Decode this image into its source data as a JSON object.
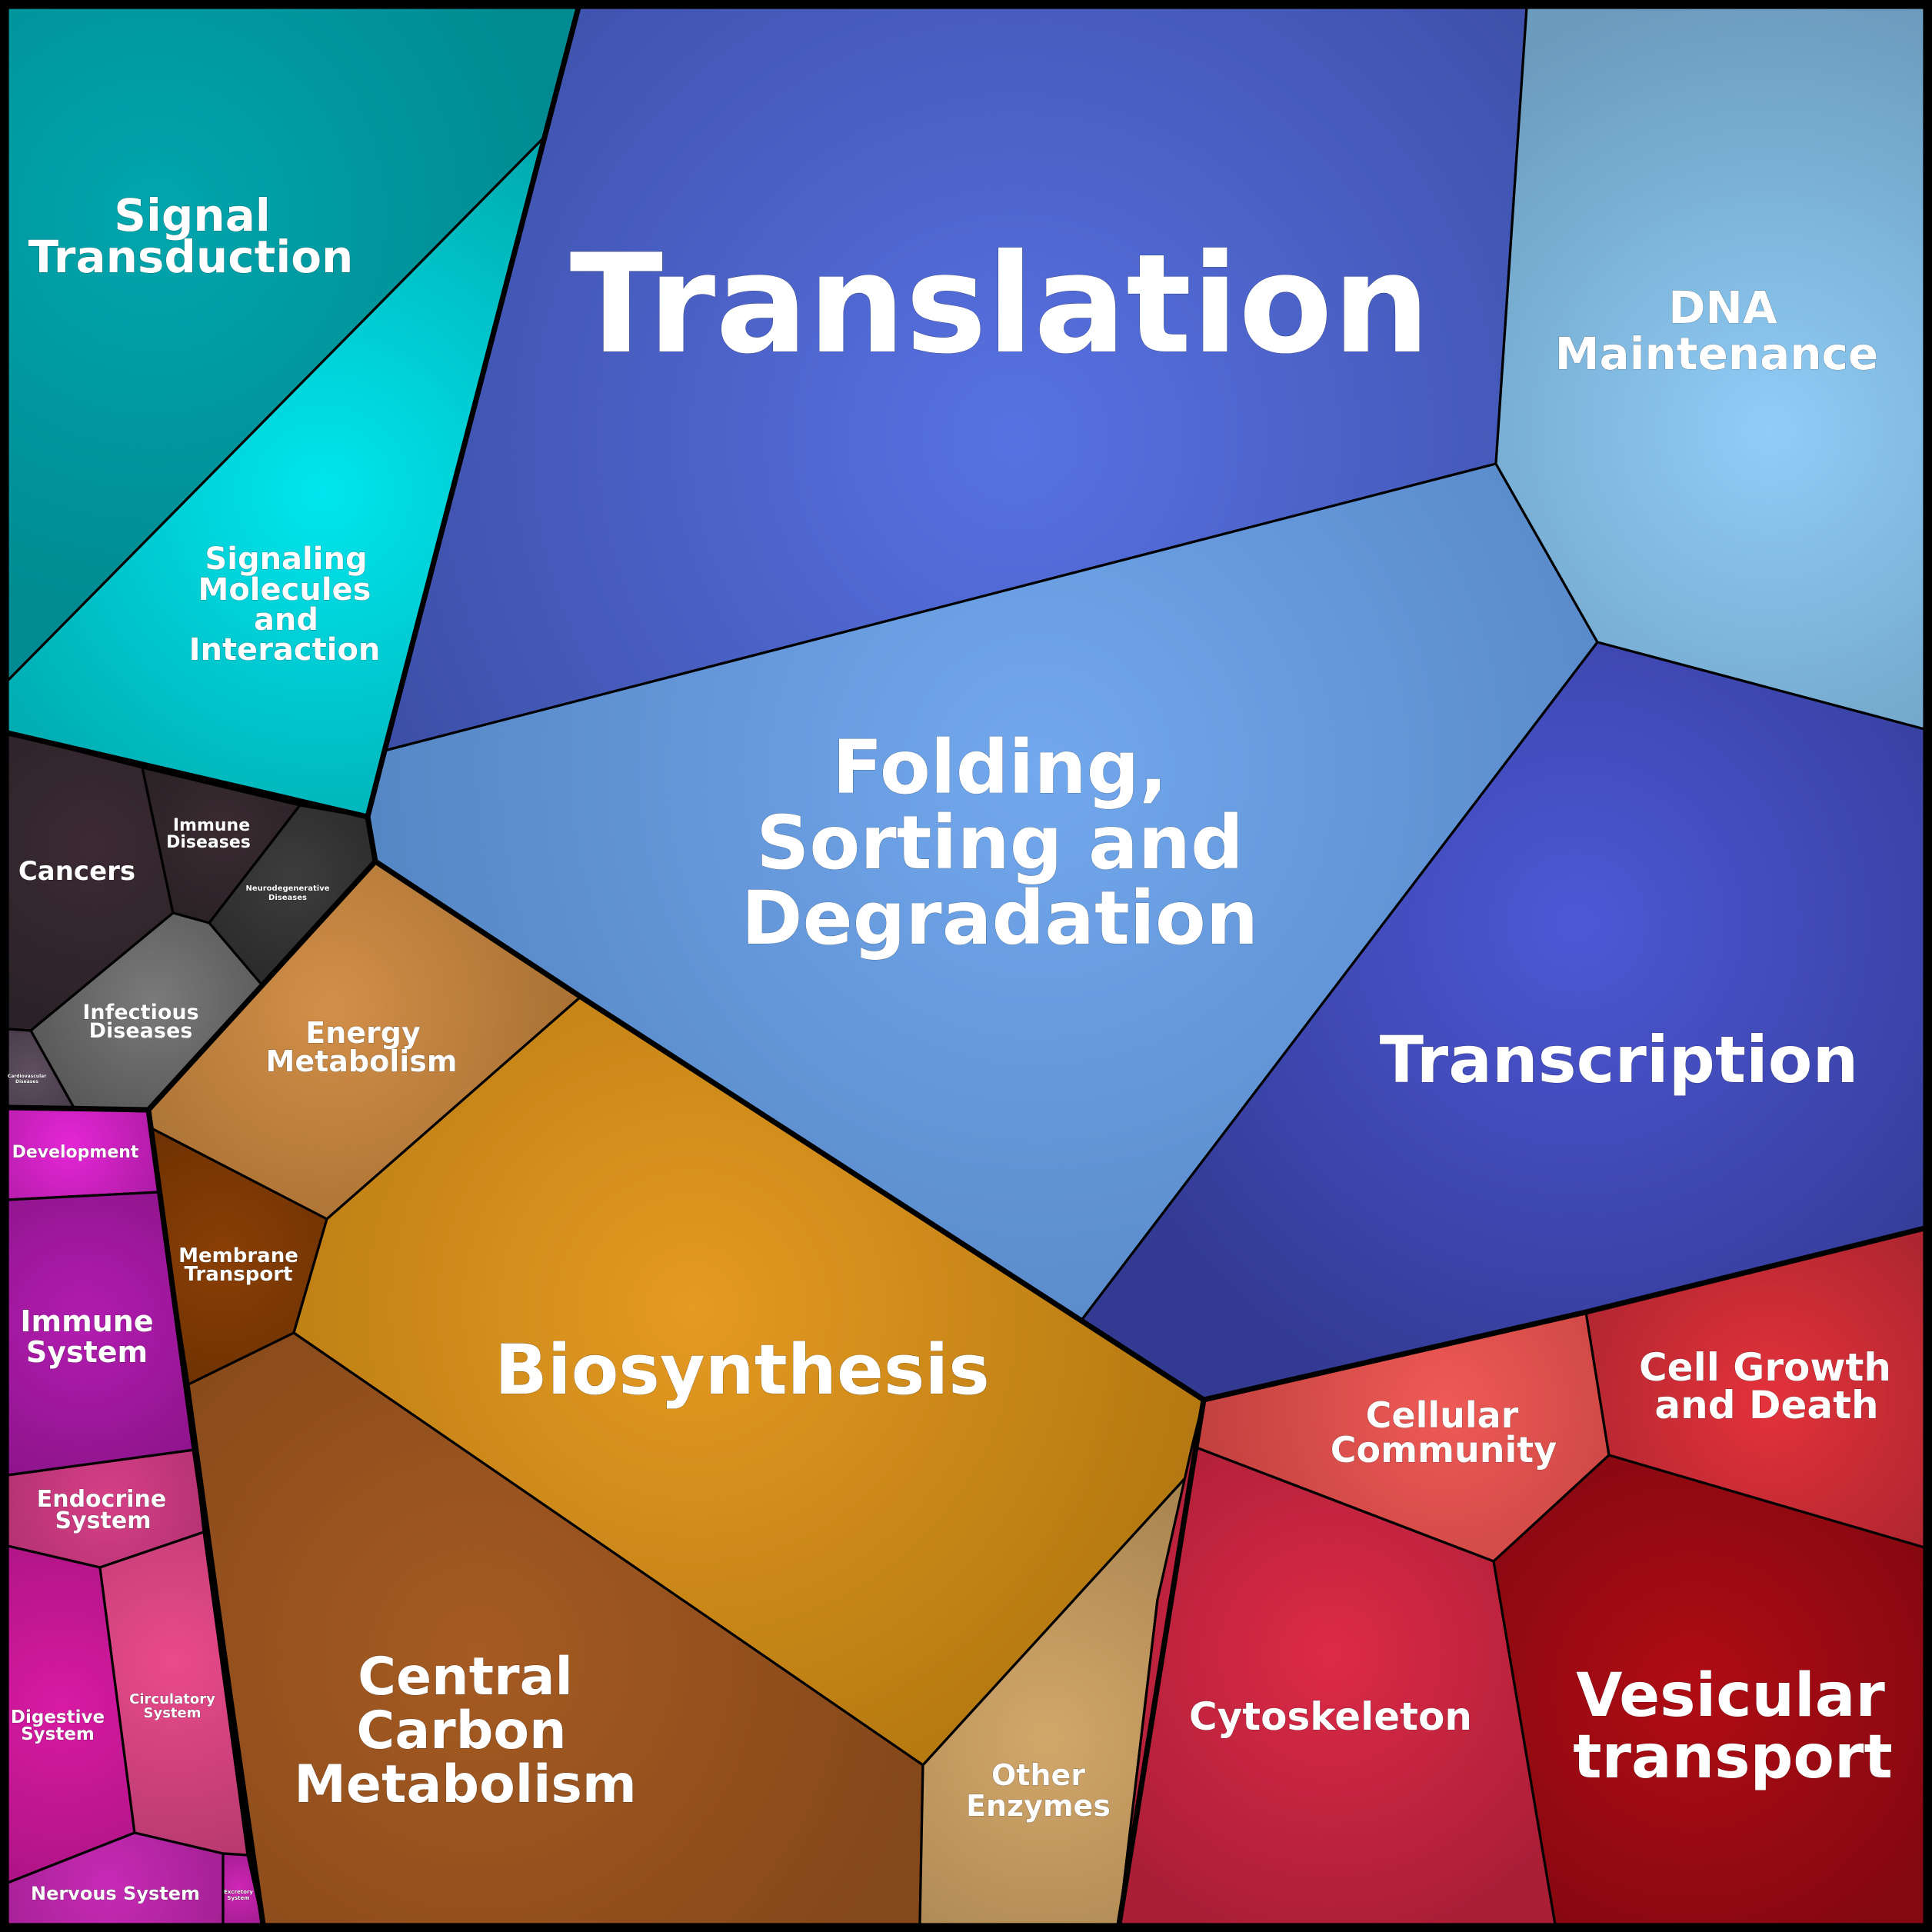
{
  "cells": [
    {
      "id": "translation",
      "label": "Translation",
      "color": "#5872e3",
      "edge": "#3c4ea6",
      "group": "genetic"
    },
    {
      "id": "folding",
      "label": "Folding, Sorting and Degradation",
      "color": "#72a8ee",
      "edge": "#5282bf",
      "group": "genetic"
    },
    {
      "id": "dna-maintenance",
      "label": "DNA Maintenance",
      "color": "#8fcdf7",
      "edge": "#6b9bbd",
      "group": "genetic"
    },
    {
      "id": "transcription",
      "label": "Transcription",
      "color": "#4d58d6",
      "edge": "#323a92",
      "group": "genetic"
    },
    {
      "id": "signal-transduction",
      "label": "Signal Transduction",
      "color": "#00a6ad",
      "edge": "#008a91",
      "group": "environmental"
    },
    {
      "id": "signaling-molecules",
      "label": "Signaling Molecules and Interaction",
      "color": "#00e6ee",
      "edge": "#00a8ad",
      "group": "environmental"
    },
    {
      "id": "cancers",
      "label": "Cancers",
      "color": "#3c2a33",
      "edge": "#2a2228",
      "group": "disease"
    },
    {
      "id": "immune-diseases",
      "label": "Immune Diseases",
      "color": "#3a2b31",
      "edge": "#2a2226",
      "group": "disease"
    },
    {
      "id": "neurodegenerative",
      "label": "Neurodegenerative Diseases",
      "color": "#3d3d3d",
      "edge": "#2a2a2a",
      "group": "disease"
    },
    {
      "id": "infectious",
      "label": "Infectious Diseases",
      "color": "#7a7a7a",
      "edge": "#555555",
      "group": "disease"
    },
    {
      "id": "cardiovascular",
      "label": "Cardiovascular Diseases",
      "color": "#5f4f61",
      "edge": "#4a3d4b",
      "group": "disease"
    },
    {
      "id": "energy-metabolism",
      "label": "Energy Metabolism",
      "color": "#d28f49",
      "edge": "#a66f32",
      "group": "metabolism"
    },
    {
      "id": "membrane-transport",
      "label": "Membrane Transport",
      "color": "#8a3f04",
      "edge": "#6a3003",
      "group": "metabolism"
    },
    {
      "id": "biosynthesis",
      "label": "Biosynthesis",
      "color": "#e59a22",
      "edge": "#b0760f",
      "group": "metabolism"
    },
    {
      "id": "central-carbon",
      "label": "Central Carbon Metabolism",
      "color": "#a65b22",
      "edge": "#85481a",
      "group": "metabolism"
    },
    {
      "id": "other-enzymes",
      "label": "Other Enzymes",
      "color": "#d2a76a",
      "edge": "#a88450",
      "group": "metabolism"
    },
    {
      "id": "development",
      "label": "Development",
      "color": "#e526d6",
      "edge": "#b01ca6",
      "group": "organismal"
    },
    {
      "id": "immune-system",
      "label": "Immune System",
      "color": "#b21cb0",
      "edge": "#8c148a",
      "group": "organismal"
    },
    {
      "id": "endocrine",
      "label": "Endocrine System",
      "color": "#d64086",
      "edge": "#b03070",
      "group": "organismal"
    },
    {
      "id": "digestive",
      "label": "Digestive System",
      "color": "#d81aa3",
      "edge": "#a81380",
      "group": "organismal"
    },
    {
      "id": "circulatory",
      "label": "Circulatory System",
      "color": "#ea4a8c",
      "edge": "#b83a70",
      "group": "organismal"
    },
    {
      "id": "nervous",
      "label": "Nervous System",
      "color": "#c72ab6",
      "edge": "#a02090",
      "group": "organismal"
    },
    {
      "id": "excretory",
      "label": "Excretory System",
      "color": "#cf26b6",
      "edge": "#a01c8e",
      "group": "organismal"
    },
    {
      "id": "cellular-community",
      "label": "Cellular Community",
      "color": "#ef5a56",
      "edge": "#c0403e",
      "group": "cellular"
    },
    {
      "id": "cell-growth",
      "label": "Cell Growth and Death",
      "color": "#e4323b",
      "edge": "#b02630",
      "group": "cellular"
    },
    {
      "id": "cytoskeleton",
      "label": "Cytoskeleton",
      "color": "#dc2a47",
      "edge": "#aa1e36",
      "group": "cellular"
    },
    {
      "id": "vesicular",
      "label": "Vesicular transport",
      "color": "#b00c14",
      "edge": "#840810",
      "group": "cellular"
    }
  ]
}
